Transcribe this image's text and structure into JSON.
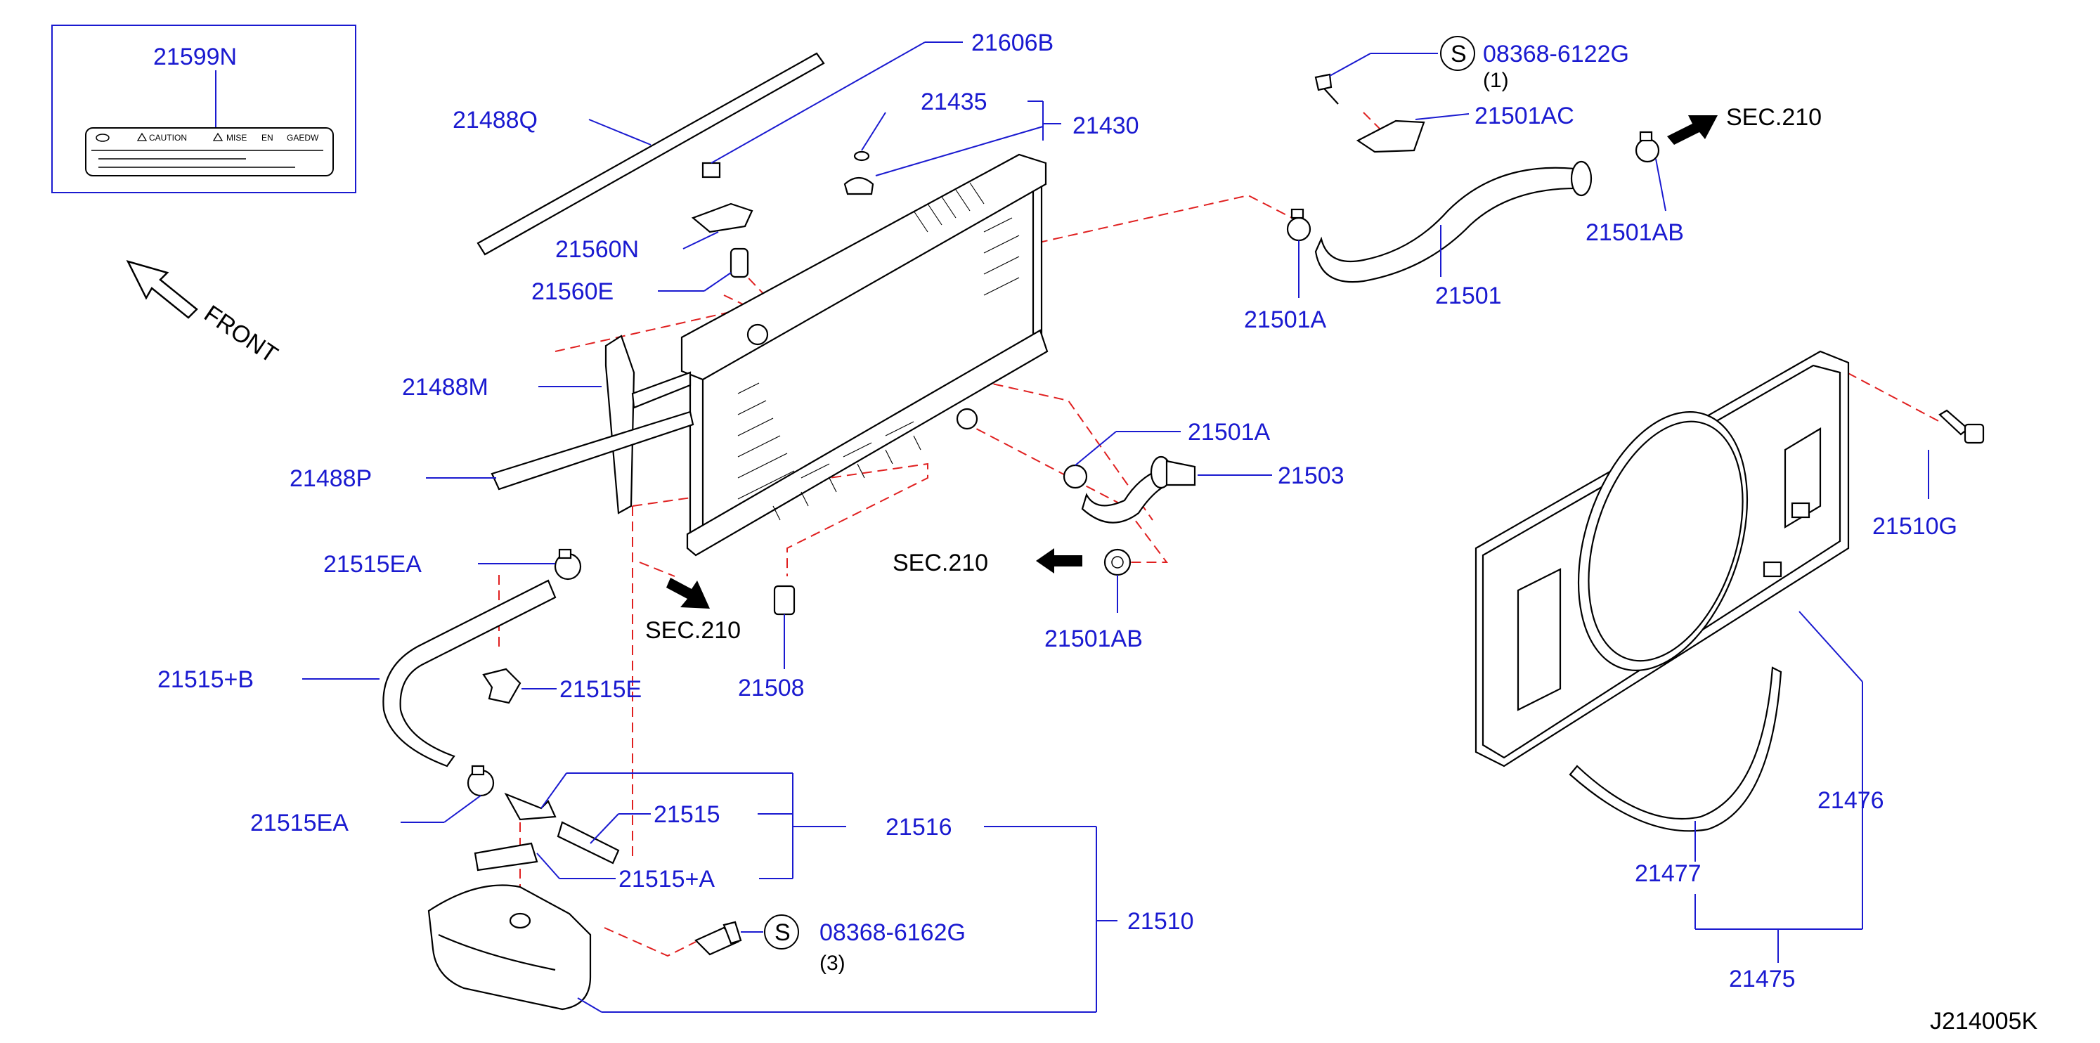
{
  "labels": {
    "p21599N": "21599N",
    "p21488Q": "21488Q",
    "p21606B": "21606B",
    "p21435": "21435",
    "p21430": "21430",
    "p21560N": "21560N",
    "p21560E": "21560E",
    "p21488M": "21488M",
    "p21488P": "21488P",
    "p21515EA_top": "21515EA",
    "p21515B": "21515+B",
    "p21515E": "21515E",
    "p21515EA_bot": "21515EA",
    "p21515": "21515",
    "p21516": "21516",
    "p21515A": "21515+A",
    "p21508": "21508",
    "p21510": "21510",
    "p08368_6162G": "08368-6162G",
    "p08368_6162G_qty": "(3)",
    "p08368_6122G": "08368-6122G",
    "p08368_6122G_qty": "(1)",
    "p21501AC": "21501AC",
    "p21501AB_top": "21501AB",
    "p21501": "21501",
    "p21501A_top": "21501A",
    "p21501A_mid": "21501A",
    "p21503": "21503",
    "p21501AB_mid": "21501AB",
    "p21510G": "21510G",
    "p21476": "21476",
    "p21477": "21477",
    "p21475": "21475"
  },
  "callouts": {
    "sec210_top": "SEC.210",
    "sec210_mid": "SEC.210",
    "sec210_low": "SEC.210",
    "front": "FRONT",
    "s_symbol": "S",
    "diagram_code": "J214005K"
  },
  "caution_label": {
    "caution": "CAUTION",
    "mise": "MISE",
    "en": "EN",
    "gaedw": "GAEDW"
  },
  "colors": {
    "part_number": "#1a1ad0",
    "leader_line": "#1a1ad0",
    "dashed_line": "#e02020",
    "outline": "#000000"
  }
}
